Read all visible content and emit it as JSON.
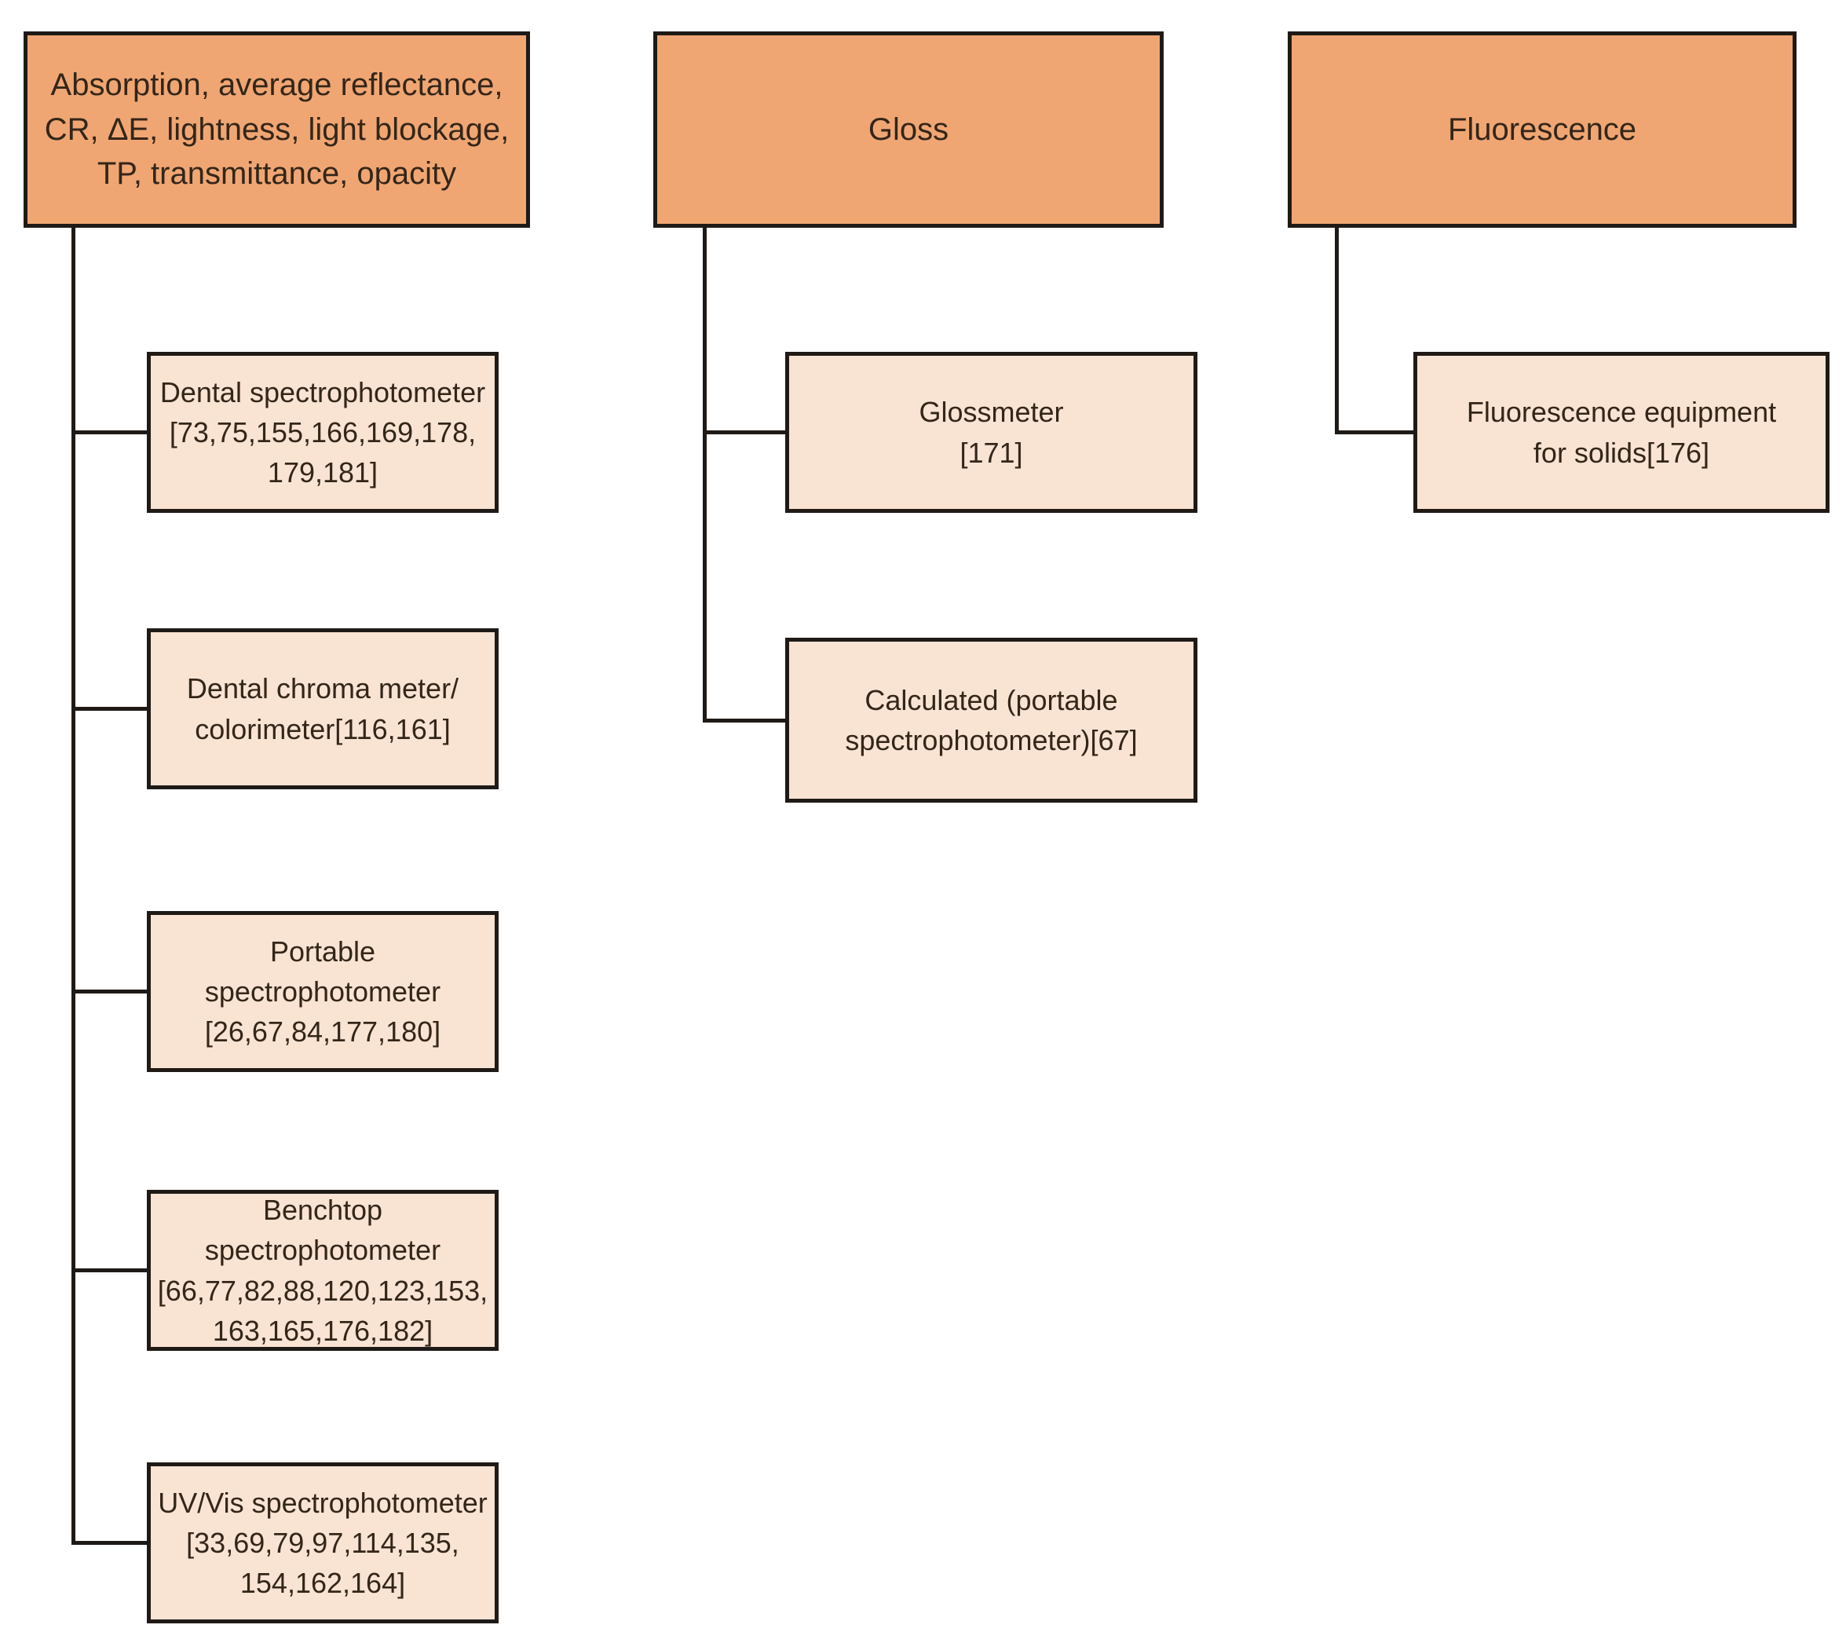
{
  "colors": {
    "header_fill": "#f0a673",
    "child_fill": "#f9e3d3",
    "border": "#1f1a16",
    "text": "#332619",
    "background": "#ffffff"
  },
  "columns": [
    {
      "header": {
        "lines": [
          "Absorption, average reflectance,",
          "CR, ΔE, lightness, light blockage,",
          "TP, transmittance, opacity"
        ]
      },
      "children": [
        {
          "lines": [
            "Dental spectrophotometer",
            "[73,75,155,166,169,178,",
            "179,181]"
          ]
        },
        {
          "lines": [
            "Dental chroma meter/",
            "colorimeter[116,161]"
          ]
        },
        {
          "lines": [
            "Portable spectrophotometer",
            "[26,67,84,177,180]"
          ]
        },
        {
          "lines": [
            "Benchtop spectrophotometer",
            "[66,77,82,88,120,123,153,",
            "163,165,176,182]"
          ]
        },
        {
          "lines": [
            "UV/Vis spectrophotometer",
            "[33,69,79,97,114,135,",
            "154,162,164]"
          ]
        }
      ]
    },
    {
      "header": {
        "lines": [
          "Gloss"
        ]
      },
      "children": [
        {
          "lines": [
            "Glossmeter",
            "[171]"
          ]
        },
        {
          "lines": [
            "Calculated (portable",
            "spectrophotometer)[67]"
          ]
        }
      ]
    },
    {
      "header": {
        "lines": [
          "Fluorescence"
        ]
      },
      "children": [
        {
          "lines": [
            "Fluorescence equipment",
            "for solids[176]"
          ]
        }
      ]
    }
  ]
}
